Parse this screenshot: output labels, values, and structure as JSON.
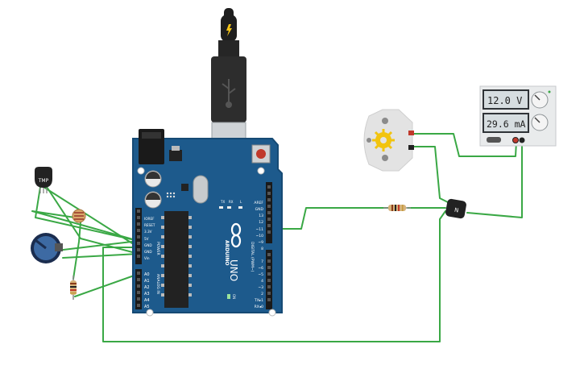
{
  "arduino": {
    "brand": "ARDUINO",
    "model": "UNO",
    "power_header": "POWER",
    "analog_header": "ANALOG IN",
    "digital_header": "DIGITAL (PWM~)",
    "on_label": "ON",
    "tx_label": "TX",
    "rx_label": "RX",
    "l_label": "L",
    "power_pins": [
      "IOREF",
      "RESET",
      "3.3V",
      "5V",
      "GND",
      "GND",
      "Vin"
    ],
    "analog_pins": [
      "A0",
      "A1",
      "A2",
      "A3",
      "A4",
      "A5"
    ],
    "digital_pins_top": [
      "AREF",
      "GND",
      "13",
      "12",
      "~11",
      "~10",
      "~9",
      "8"
    ],
    "digital_pins_bottom": [
      "7",
      "~6",
      "~5",
      "4",
      "~3",
      "2",
      "TX▸1",
      "RX◂0"
    ]
  },
  "tmp_sensor": {
    "label": "TMP"
  },
  "power_supply": {
    "voltage": "12.0 V",
    "current": "29.6 mA"
  },
  "transistor": {
    "label": "N"
  },
  "colors": {
    "board": "#1d5a8c",
    "board_edge": "#164a74",
    "wire": "#3aa845",
    "background": "#ffffff"
  },
  "icons": [
    "usb-icon",
    "lightning-icon",
    "arduino-logo-icon",
    "gear-icon"
  ]
}
